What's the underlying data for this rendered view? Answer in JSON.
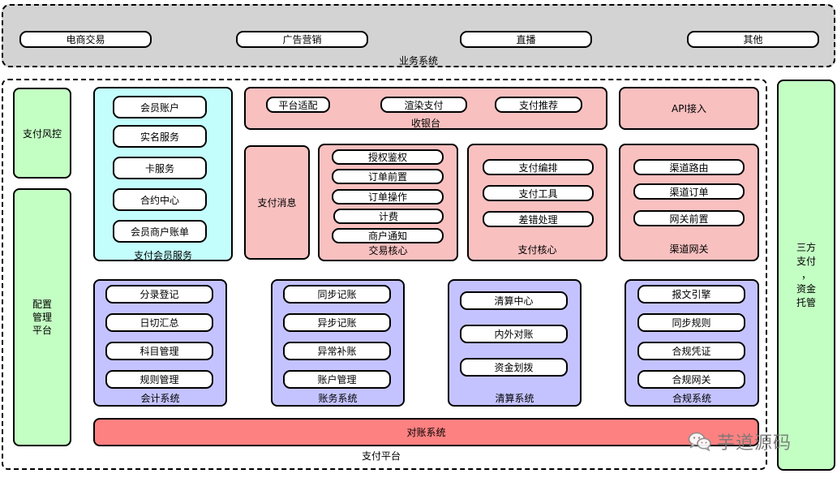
{
  "business": {
    "title": "业务系统",
    "items": [
      "电商交易",
      "广告营销",
      "直播",
      "其他"
    ]
  },
  "platform": {
    "title": "支付平台"
  },
  "risk": {
    "label": "支付风控"
  },
  "config": {
    "lines": [
      "配置",
      "管理",
      "平台"
    ]
  },
  "third_party": {
    "lines": [
      "三方",
      "支付",
      "，",
      "资金",
      "托管"
    ]
  },
  "member": {
    "title": "支付会员服务",
    "items": [
      "会员账户",
      "实名服务",
      "卡服务",
      "合约中心",
      "会员商户账单"
    ]
  },
  "cashier": {
    "title": "收银台",
    "items": [
      "平台适配",
      "渲染支付",
      "支付推荐"
    ]
  },
  "api": {
    "label": "API接入"
  },
  "message": {
    "label": "支付消息"
  },
  "trade_core": {
    "title": "交易核心",
    "items": [
      "授权鉴权",
      "订单前置",
      "订单操作",
      "计费",
      "商户通知"
    ]
  },
  "pay_core": {
    "title": "支付核心",
    "items": [
      "支付编排",
      "支付工具",
      "差错处理"
    ]
  },
  "channel_gateway": {
    "title": "渠道网关",
    "items": [
      "渠道路由",
      "渠道订单",
      "网关前置"
    ]
  },
  "accounting": {
    "title": "会计系统",
    "items": [
      "分录登记",
      "日切汇总",
      "科目管理",
      "规则管理"
    ]
  },
  "ledger": {
    "title": "账务系统",
    "items": [
      "同步记账",
      "异步记账",
      "异常补账",
      "账户管理"
    ]
  },
  "clearing": {
    "title": "清算系统",
    "items": [
      "清算中心",
      "内外对账",
      "资金划拨"
    ]
  },
  "compliance": {
    "title": "合规系统",
    "items": [
      "报文引擎",
      "同步规则",
      "合规凭证",
      "合规网关"
    ]
  },
  "reconcile": {
    "label": "对账系统"
  },
  "watermark": {
    "text": "芋道源码"
  },
  "colors": {
    "pink": "#f9c0c0",
    "cyan": "#c3fefd",
    "purple": "#c4c3ff",
    "green": "#c3fec3",
    "red": "#fe8181",
    "business_bg": "#d3d3d3"
  }
}
